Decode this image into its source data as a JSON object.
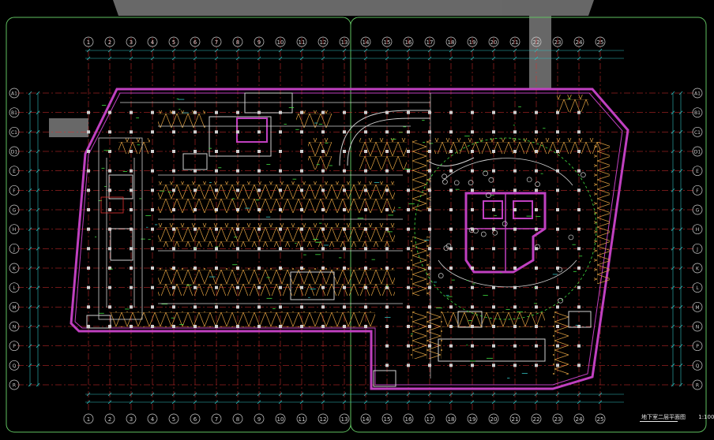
{
  "drawing": {
    "type": "CAD floor plan",
    "title": "地下室二层平面图",
    "scale": "1:100",
    "background": "#000000",
    "colors": {
      "outline": "#c040c0",
      "grid": "#e03030",
      "dimension": "#30c0c0",
      "parking": "#e0a040",
      "structure": "#d0d0d0",
      "annotation": "#40e040",
      "frame": "#60c060",
      "hatch": "#8a8a8a"
    }
  },
  "grid_top": [
    "1",
    "2",
    "3",
    "4",
    "5",
    "6",
    "7",
    "8",
    "9",
    "10",
    "11",
    "12",
    "13",
    "14",
    "15",
    "16",
    "17",
    "18",
    "19",
    "20",
    "21",
    "22",
    "23",
    "24",
    "25"
  ],
  "grid_bottom": [
    "1",
    "2",
    "3",
    "4",
    "5",
    "6",
    "7",
    "8",
    "9",
    "10",
    "11",
    "12",
    "13",
    "14",
    "15",
    "16",
    "17",
    "18",
    "19",
    "20",
    "21",
    "22",
    "23",
    "24",
    "25"
  ],
  "grid_left": [
    "A1",
    "B1",
    "C1",
    "D1",
    "E",
    "F",
    "G",
    "H",
    "J",
    "K",
    "L",
    "M",
    "N",
    "P",
    "Q",
    "R"
  ],
  "grid_right": [
    "A1",
    "B1",
    "C1",
    "D1",
    "E",
    "F",
    "G",
    "H",
    "J",
    "K",
    "L",
    "M",
    "N",
    "P",
    "Q",
    "R"
  ]
}
